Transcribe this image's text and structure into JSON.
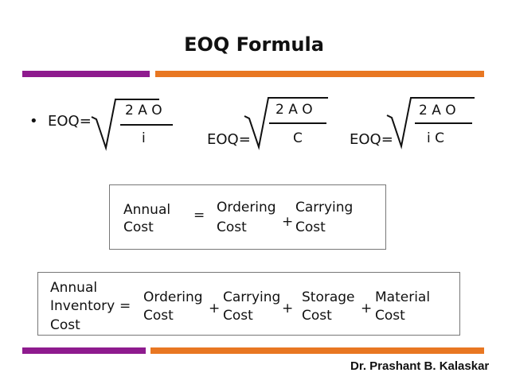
{
  "slide": {
    "title": "EOQ Formula",
    "bullet": "•",
    "accent_colors": {
      "purple": "#8e1b8e",
      "orange": "#e87722"
    },
    "formulas": [
      {
        "label": "EOQ=",
        "numerator": "2 A O",
        "denominator": "i"
      },
      {
        "label": "EOQ=",
        "numerator": "2 A O",
        "denominator": "C"
      },
      {
        "label": "EOQ=",
        "numerator": "2 A O",
        "denominator": "i C"
      }
    ],
    "equation1": {
      "lhs": [
        "Annual",
        "Cost"
      ],
      "equals": "=",
      "term1": [
        "Ordering",
        "Cost"
      ],
      "plus": "+",
      "term2": [
        "Carrying",
        "Cost"
      ]
    },
    "equation2": {
      "lhs": [
        "Annual",
        "Inventory",
        "Cost"
      ],
      "equals": "=",
      "terms": [
        [
          "Ordering",
          "Cost"
        ],
        [
          "Carrying",
          "Cost"
        ],
        [
          "Storage",
          "Cost"
        ],
        [
          "Material",
          "Cost"
        ]
      ],
      "plus": "+"
    },
    "author": "Dr. Prashant B. Kalaskar"
  }
}
